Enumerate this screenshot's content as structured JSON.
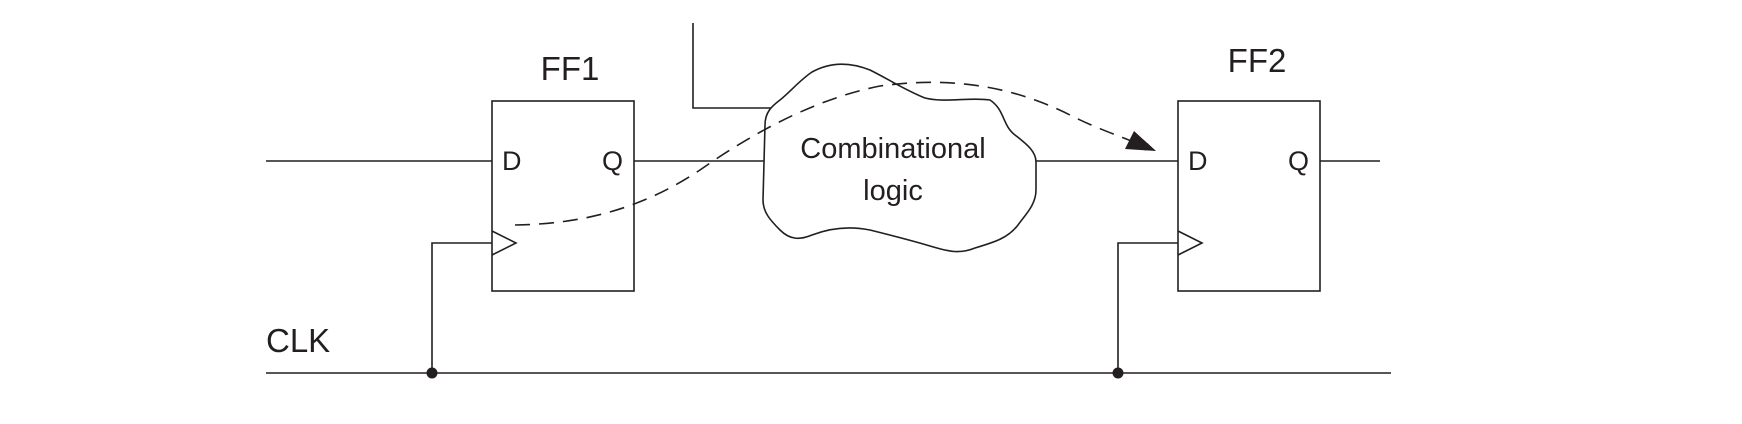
{
  "ff1": {
    "name": "FF1",
    "d_label": "D",
    "q_label": "Q"
  },
  "ff2": {
    "name": "FF2",
    "d_label": "D",
    "q_label": "Q"
  },
  "logic": {
    "line1": "Combinational",
    "line2": "logic"
  },
  "clock": {
    "label": "CLK"
  }
}
